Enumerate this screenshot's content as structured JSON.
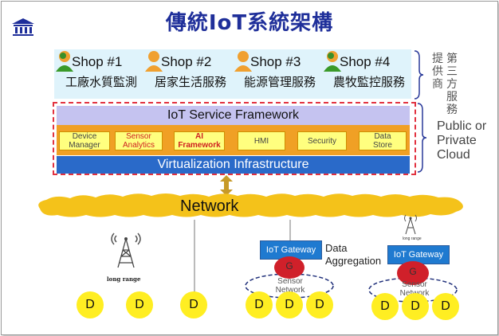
{
  "title": "傳統IoT系統架構",
  "shops": [
    {
      "name": "Shop #1",
      "label": "工廠水質監測"
    },
    {
      "name": "Shop #2",
      "label": "居家生活服務"
    },
    {
      "name": "Shop #3",
      "label": "能源管理服務"
    },
    {
      "name": "Shop #4",
      "label": "農牧監控服務"
    }
  ],
  "third_party": {
    "col1": "提供商",
    "col2": "第三方服務"
  },
  "framework": {
    "title": "IoT Service Framework",
    "modules": [
      {
        "lines": [
          "Device",
          "Manager"
        ],
        "highlight": false
      },
      {
        "lines": [
          "Sensor",
          "Analytics"
        ],
        "highlight": true
      },
      {
        "lines": [
          "AI",
          "Framework"
        ],
        "highlight": true
      },
      {
        "lines": [
          "HMI"
        ],
        "highlight": false
      },
      {
        "lines": [
          "Security"
        ],
        "highlight": false
      },
      {
        "lines": [
          "Data",
          "Store"
        ],
        "highlight": false
      }
    ],
    "virtualization": "Virtualization Infrastructure"
  },
  "cloud": {
    "line1": "Public or",
    "line2": "Private",
    "line3": "Cloud"
  },
  "network": "Network",
  "long_range": "long range",
  "gateway": "IoT Gateway",
  "gateway_node": "G",
  "data_aggregation": {
    "line1": "Data",
    "line2": "Aggregation"
  },
  "sensor_network": {
    "line1": "Sensor",
    "line2": "Network"
  },
  "device": "D"
}
